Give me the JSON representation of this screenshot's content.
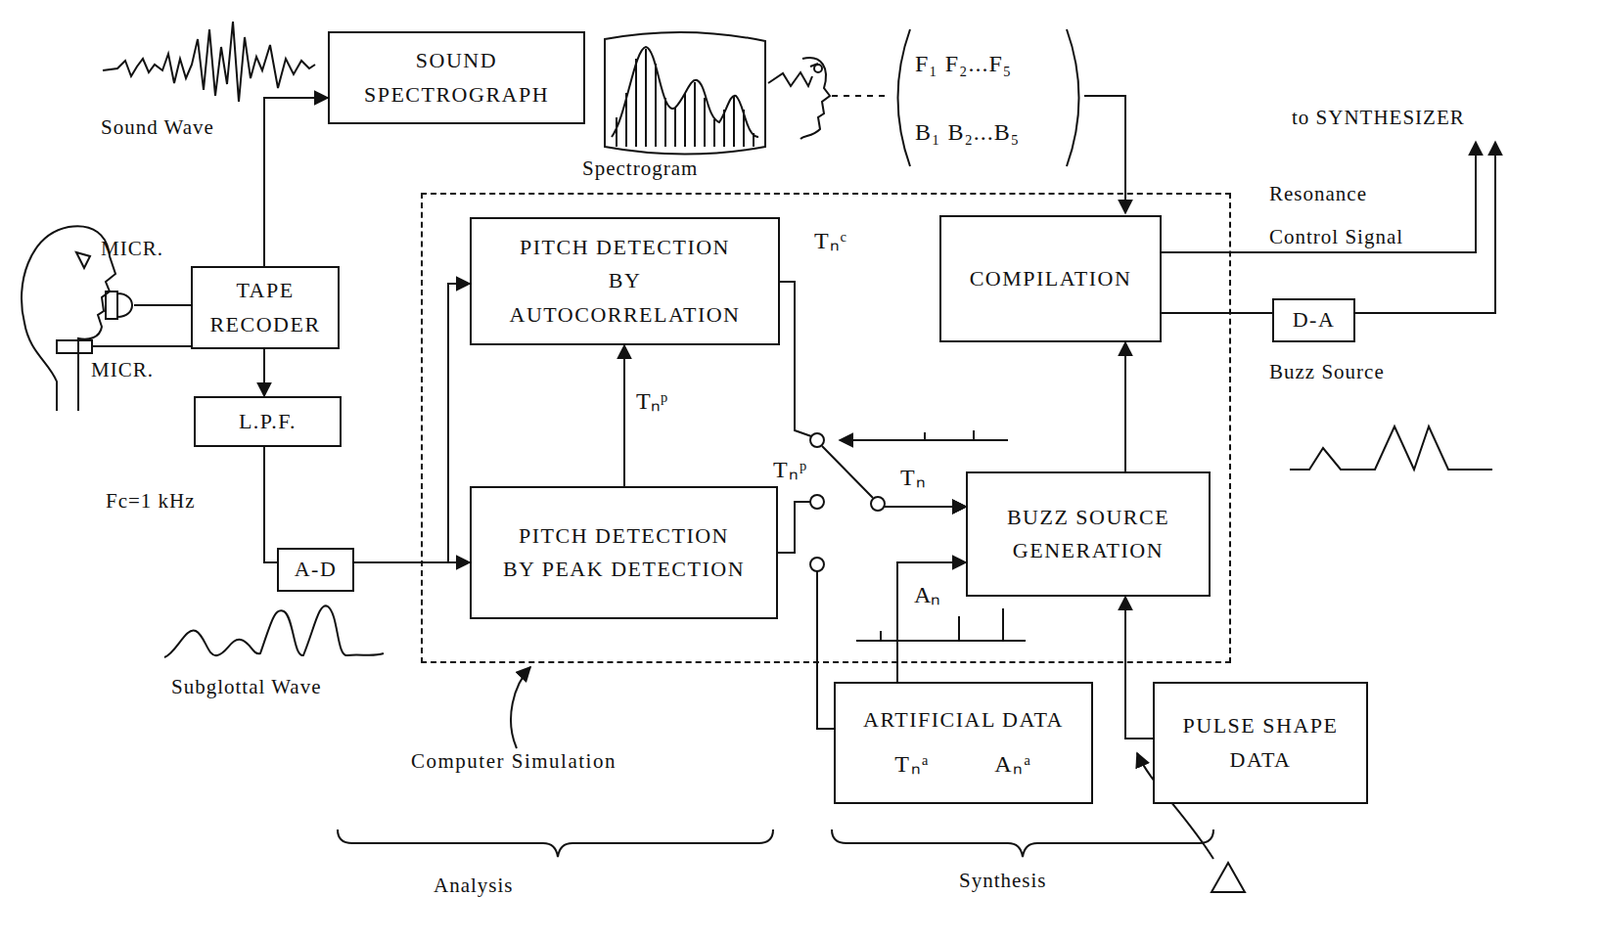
{
  "diagram": {
    "nodes": [
      {
        "text": [
          "SOUND SPECTROGRAPH"
        ]
      },
      {
        "text": [
          "TAPE RECODER"
        ]
      },
      {
        "text": [
          "L.P.F."
        ]
      },
      {
        "text": [
          "A-D"
        ]
      },
      {
        "text": [
          "Computer Simulation"
        ]
      },
      {
        "text": [
          "PITCH DETECTION BY AUTOCORRELATION"
        ],
        "in": 4
      },
      {
        "text": [
          "PITCH DETECTION BY PEAK DETECTION"
        ],
        "in": 4
      },
      {
        "text": [
          "COMPILATION"
        ],
        "in": 4
      },
      {
        "text": [
          "BUZZ SOURCE GENERATION"
        ],
        "in": 4
      },
      {
        "text": [
          "ARTIFICIAL DATA",
          "Tₙᵃ Aₙᵃ"
        ]
      },
      {
        "text": [
          "PULSE SHAPE DATA"
        ]
      },
      {
        "text": [
          "D-A"
        ]
      }
    ],
    "edges": [
      {
        "from": 1,
        "to": 0,
        "arrow": "to"
      },
      {
        "from": 1,
        "to": 2,
        "arrow": "to"
      },
      {
        "from": 2,
        "to": 3,
        "arrow": "none"
      },
      {
        "from": 3,
        "to": 6,
        "arrow": "to"
      },
      {
        "from": 3,
        "to": 5,
        "arrow": "to"
      },
      {
        "from": 6,
        "to": 5,
        "label": "Tₙᵖ",
        "arrow": "to"
      },
      {
        "from": 5,
        "to": 8,
        "arrow": "to"
      },
      {
        "from": 6,
        "to": 8,
        "arrow": "to"
      },
      {
        "from": 9,
        "to": 8,
        "arrow": "to"
      },
      {
        "from": 9,
        "to": 8,
        "label": "Aₙ",
        "arrow": "to"
      },
      {
        "from": 10,
        "to": 8,
        "arrow": "to"
      },
      {
        "from": 8,
        "to": 7,
        "arrow": "to"
      },
      {
        "from": 7,
        "to": 11,
        "arrow": "none"
      }
    ],
    "labels": [
      "Sound Wave",
      "MICR.",
      "MICR.",
      "Fc=1 kHz",
      "Subglottal Wave",
      "Spectrogram",
      "F₁ F₂...F₅",
      "B₁ B₂...B₅",
      "to SYNTHESIZER",
      "Resonance",
      "Control Signal",
      "Buzz Source",
      "Tₙᶜ",
      "Tₙᵖ",
      "Tₙ",
      "Analysis",
      "Synthesis"
    ]
  }
}
